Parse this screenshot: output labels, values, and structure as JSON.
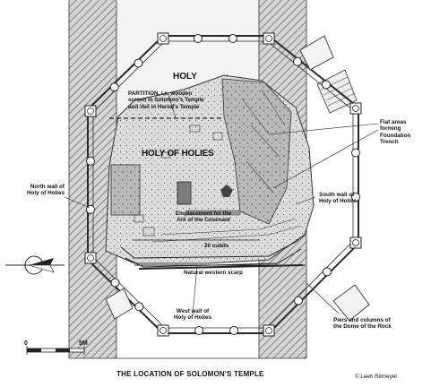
{
  "caption": "THE LOCATION OF SOLOMON'S TEMPLE",
  "credit": "© Leen Ritmeyer",
  "labels": {
    "holy": "HOLY",
    "holy_of_holies": "HOLY OF HOLIES",
    "partition": "PARTITION,  i.e. wooden\nscreen in Solomon's Temple\nand Veil in Herod's Temple",
    "emplacement": "Emplacement for the\nArk of the Covenant",
    "cubits": "20 cubits",
    "scarp": "Natural western scarp",
    "north_wall": "North wall of\nHoly of Holies",
    "south_wall": "South wall of\nHoly of Holies",
    "west_wall": "West wall of\nHoly of Holies",
    "flat_areas": "Flat areas\nforming\nFoundation\nTrench",
    "piers": "Piers and columns of\nthe Dome of the Rock"
  },
  "scale": {
    "start": "0",
    "end": "5M"
  }
}
